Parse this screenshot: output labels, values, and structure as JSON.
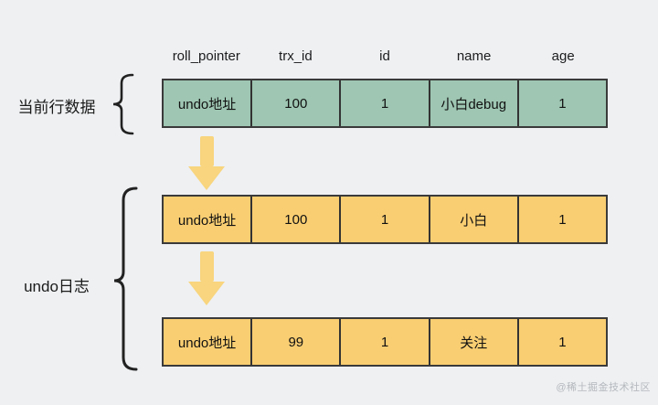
{
  "page": {
    "background": "#eef0f2",
    "watermark": "@稀土掘金技术社区"
  },
  "colors": {
    "current_row_fill": "#9ec6b2",
    "undo_row_fill": "#f9ce72",
    "arrow": "#f8d57e",
    "border": "#3a3a3a",
    "text": "#1a1a1a",
    "watermark_text": "#b5b8bd"
  },
  "columns": [
    "roll_pointer",
    "trx_id",
    "id",
    "name",
    "age"
  ],
  "labels": {
    "current": "当前行数据",
    "undo": "undo日志"
  },
  "rows": {
    "current": {
      "cells": [
        "undo地址",
        "100",
        "1",
        "小白debug",
        "1"
      ]
    },
    "undo1": {
      "cells": [
        "undo地址",
        "100",
        "1",
        "小白",
        "1"
      ]
    },
    "undo2": {
      "cells": [
        "undo地址",
        "99",
        "1",
        "关注",
        "1"
      ]
    }
  }
}
